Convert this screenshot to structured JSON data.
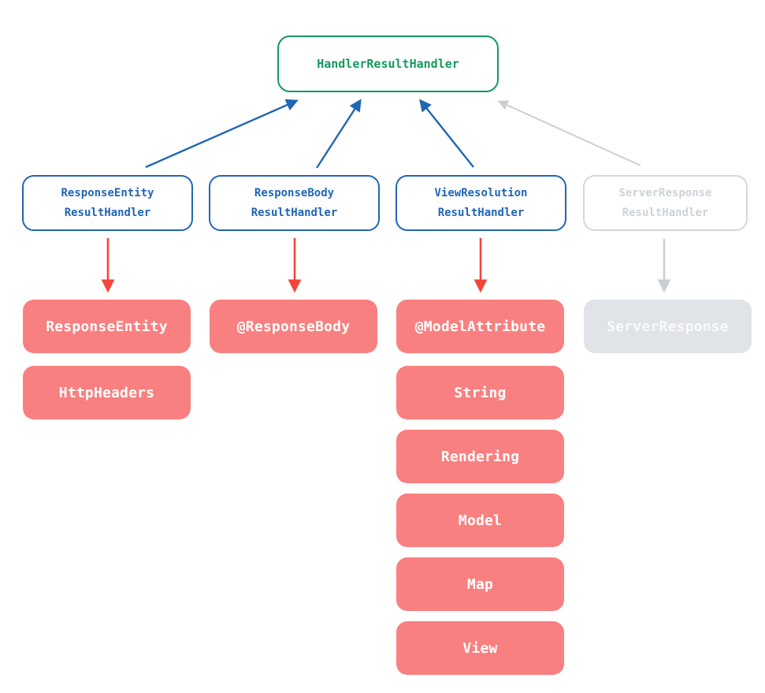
{
  "diagram": {
    "title_hint": "HandlerResultHandler hierarchy",
    "root": {
      "label": "HandlerResultHandler"
    },
    "handlers": [
      {
        "label": "ResponseEntity\nResultHandler",
        "state": "active"
      },
      {
        "label": "ResponseBody\nResultHandler",
        "state": "active"
      },
      {
        "label": "ViewResolution\nResultHandler",
        "state": "active"
      },
      {
        "label": "ServerResponse\nResultHandler",
        "state": "muted"
      }
    ],
    "leaves": {
      "col1": [
        "ResponseEntity",
        "HttpHeaders"
      ],
      "col2": [
        "@ResponseBody"
      ],
      "col3": [
        "@ModelAttribute",
        "String",
        "Rendering",
        "Model",
        "Map",
        "View"
      ],
      "col4": [
        "ServerResponse"
      ]
    },
    "arrows": {
      "up_to_root": [
        "blue",
        "blue",
        "blue",
        "gray"
      ],
      "down_to_leaves": [
        "red",
        "red",
        "red",
        "gray"
      ]
    }
  },
  "colors": {
    "root_green": "#14995e",
    "handler_blue": "#2166b5",
    "leaf_salmon": "#f98080",
    "leaf_text": "#ffffff",
    "red_arrow": "#f4453c",
    "muted_border": "#d3d8dd",
    "muted_text": "#cdd3d9",
    "muted_fill": "#e0e4e8",
    "gray_arrow": "#c9cfd5",
    "background": "#ffffff"
  }
}
